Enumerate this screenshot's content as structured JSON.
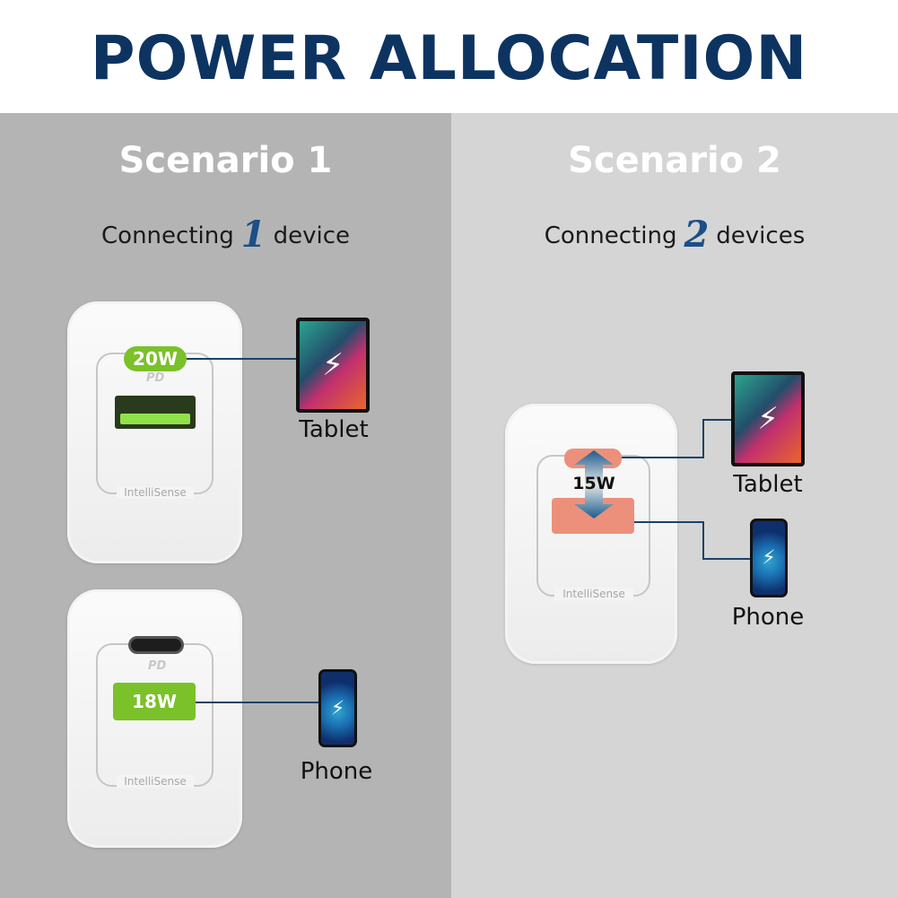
{
  "title": "POWER ALLOCATION",
  "scenario1": {
    "heading": "Scenario 1",
    "sub_pre": "Connecting",
    "sub_num": "1",
    "sub_post": "device",
    "charger_a": {
      "watt": "20W",
      "port_label": "PD",
      "brand": "IntelliSense",
      "device": "Tablet"
    },
    "charger_b": {
      "watt": "18W",
      "port_label": "PD",
      "brand": "IntelliSense",
      "device": "Phone"
    }
  },
  "scenario2": {
    "heading": "Scenario 2",
    "sub_pre": "Connecting",
    "sub_num": "2",
    "sub_post": "devices",
    "charger": {
      "watt": "15W",
      "brand": "IntelliSense",
      "device_top": "Tablet",
      "device_bottom": "Phone"
    }
  },
  "colors": {
    "title": "#0d3461",
    "green": "#7bc12a",
    "salmon": "#ec907b",
    "line": "#1b4268"
  }
}
